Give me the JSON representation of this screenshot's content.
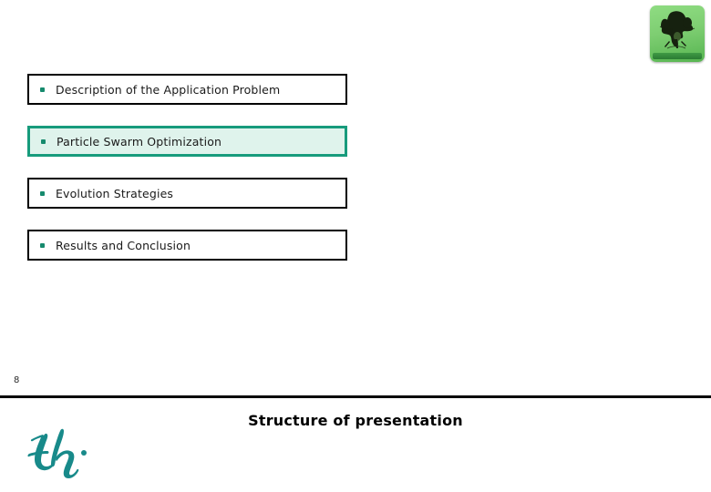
{
  "slide": {
    "page_number": "8",
    "footer_title": "Structure of presentation",
    "badge": {
      "name": "university-emblem",
      "caption": "",
      "colors": {
        "background_light": "#8fdc82",
        "background_dark": "#57b551",
        "strip": "#2b7c33",
        "artwork": "#1d2b17"
      }
    },
    "brand_logo": {
      "name": "th-script-logo",
      "text": "th",
      "color": "#188a8a"
    },
    "colors": {
      "accent": "#179b7c",
      "bullet": "#168a6d",
      "highlight_fill": "#dff3ec",
      "box_border": "#000000",
      "text": "#1a1a1a",
      "background": "#ffffff"
    },
    "agenda": [
      {
        "label": "Description of the Application Problem",
        "active": false
      },
      {
        "label": "Particle Swarm Optimization",
        "active": true
      },
      {
        "label": "Evolution Strategies",
        "active": false
      },
      {
        "label": "Results and Conclusion",
        "active": false
      }
    ]
  }
}
